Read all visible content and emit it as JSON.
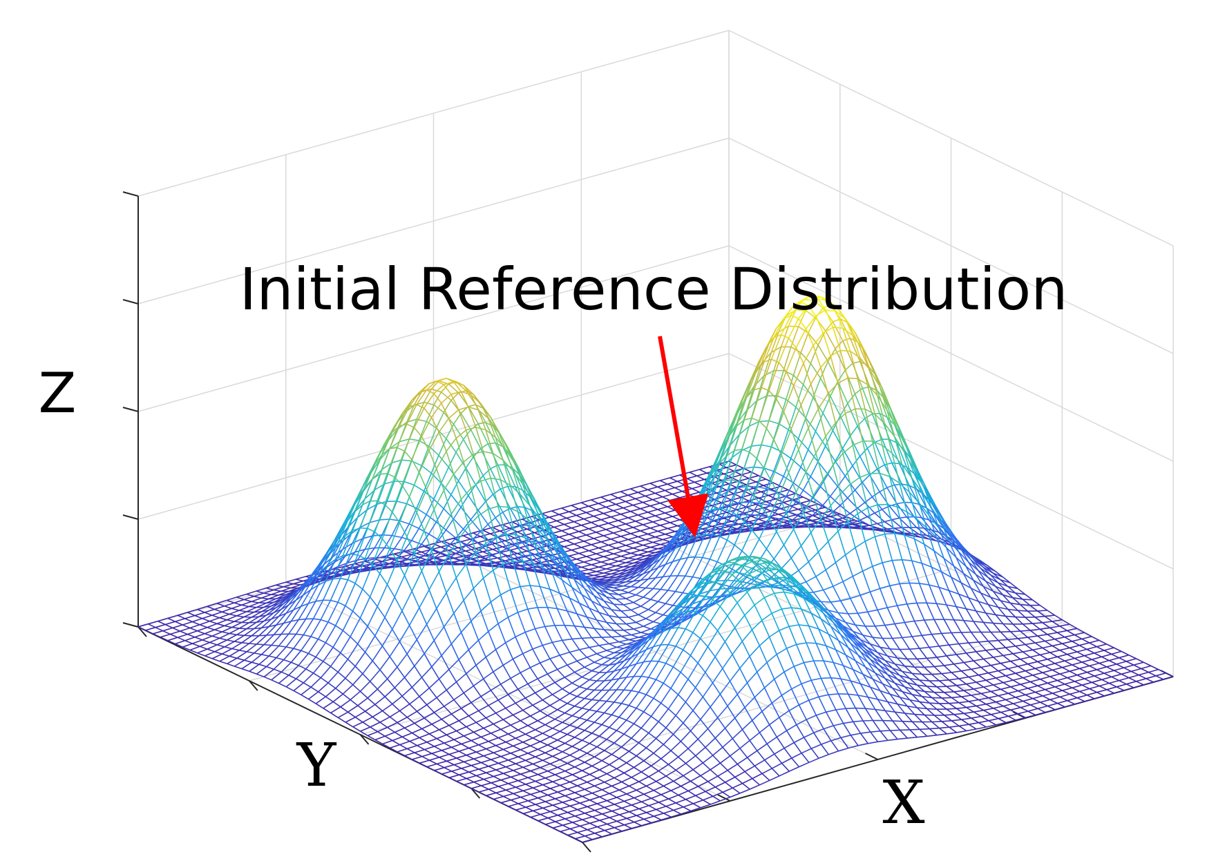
{
  "chart_data": {
    "type": "surface",
    "title": "",
    "xlabel": "X",
    "ylabel": "Y",
    "zlabel": "Z",
    "xlim": [
      -1,
      1
    ],
    "ylim": [
      -1,
      1
    ],
    "zlim": [
      0,
      1
    ],
    "grid": true,
    "mesh_resolution": 61,
    "colormap": [
      "#3e26a8",
      "#2f6ff1",
      "#17b5d8",
      "#61cc7d",
      "#d1bb3a",
      "#f9fb0e"
    ],
    "peaks": [
      {
        "x": -0.45,
        "y": 0.35,
        "height": 0.63,
        "sigma": 0.22
      },
      {
        "x": 0.5,
        "y": -0.05,
        "height": 0.74,
        "sigma": 0.22
      },
      {
        "x": -0.1,
        "y": -0.55,
        "height": 0.37,
        "sigma": 0.22
      }
    ],
    "annotation": {
      "text": "Initial Reference Distribution",
      "color": "#ff0000",
      "points_to": {
        "x": 0.05,
        "y": 0.55
      }
    }
  }
}
